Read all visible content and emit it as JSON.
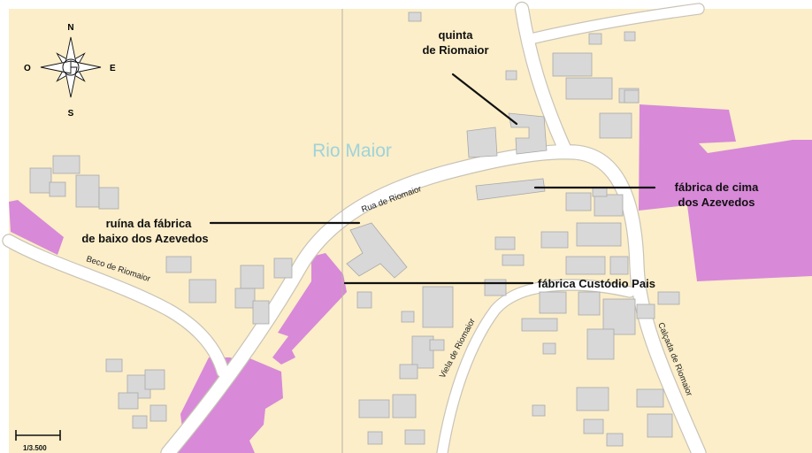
{
  "colors": {
    "background": "#fbeec9",
    "road": "#ffffff",
    "road_edge": "#c9c3b6",
    "building": "#d8d8d8",
    "building_edge": "#a9a9a9",
    "factory": "#d889d8",
    "leader_line": "#111111",
    "place_label": "#9fd3da",
    "divider": "#b8b2a4"
  },
  "compass": {
    "north": "N",
    "south": "S",
    "east": "E",
    "west": "O"
  },
  "place_name": "Rio Maior",
  "streets": {
    "rua": "Rua de Riomaior",
    "beco": "Beco de Riomaior",
    "viela": "Viela de Riomaior",
    "calcada": "Calçada de Riomaior"
  },
  "labels": {
    "quinta_line1": "quinta",
    "quinta_line2": "de Riomaior",
    "cima_line1": "fábrica de cima",
    "cima_line2": "dos Azevedos",
    "ruina_line1": "ruína da fábrica",
    "ruina_line2": "de baixo dos Azevedos",
    "custodio": "fábrica Custódio Pais"
  },
  "scale": {
    "label": "1/3.500"
  },
  "icons": {
    "compass": "compass-rose-icon",
    "scale": "scale-bar-icon"
  }
}
